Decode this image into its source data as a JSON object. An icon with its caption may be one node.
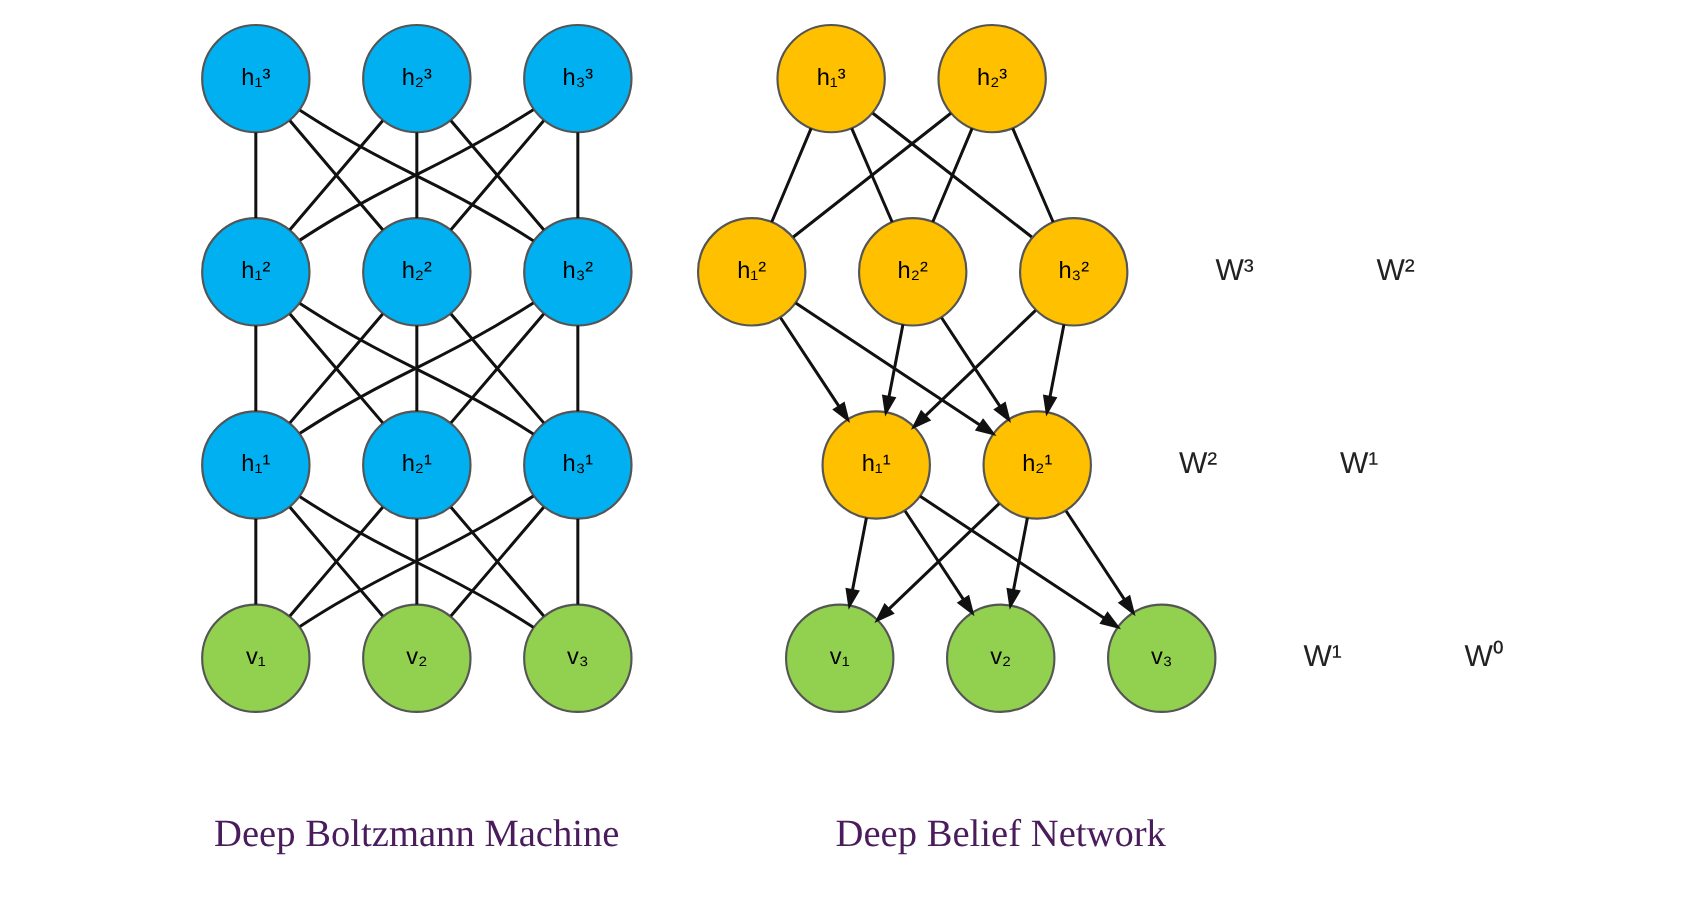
{
  "diagram": {
    "nodes": [
      {
        "text": [
          "h₁³"
        ]
      },
      {
        "text": [
          "h₂³"
        ]
      },
      {
        "text": [
          "h₃³"
        ]
      },
      {
        "text": [
          "h₁²"
        ]
      },
      {
        "text": [
          "h₂²"
        ]
      },
      {
        "text": [
          "h₃²"
        ]
      },
      {
        "text": [
          "h₁¹"
        ]
      },
      {
        "text": [
          "h₂¹"
        ]
      },
      {
        "text": [
          "h₃¹"
        ]
      },
      {
        "text": [
          "v₁"
        ]
      },
      {
        "text": [
          "v₂"
        ]
      },
      {
        "text": [
          "v₃"
        ]
      },
      {
        "text": [
          "h₁³"
        ]
      },
      {
        "text": [
          "h₂³"
        ]
      },
      {
        "text": [
          "h₁²"
        ]
      },
      {
        "text": [
          "h₂²"
        ]
      },
      {
        "text": [
          "h₃²"
        ]
      },
      {
        "text": [
          "h₁¹"
        ]
      },
      {
        "text": [
          "h₂¹"
        ]
      },
      {
        "text": [
          "v₁"
        ]
      },
      {
        "text": [
          "v₂"
        ]
      },
      {
        "text": [
          "v₃"
        ]
      }
    ],
    "edges": [
      {
        "from": 0,
        "to": 3,
        "arrow": "none"
      },
      {
        "from": 0,
        "to": 4,
        "arrow": "none"
      },
      {
        "from": 0,
        "to": 5,
        "arrow": "none"
      },
      {
        "from": 1,
        "to": 3,
        "arrow": "none"
      },
      {
        "from": 1,
        "to": 4,
        "arrow": "none"
      },
      {
        "from": 1,
        "to": 5,
        "arrow": "none"
      },
      {
        "from": 2,
        "to": 3,
        "arrow": "none"
      },
      {
        "from": 2,
        "to": 4,
        "arrow": "none"
      },
      {
        "from": 2,
        "to": 5,
        "arrow": "none"
      },
      {
        "from": 3,
        "to": 6,
        "arrow": "none"
      },
      {
        "from": 3,
        "to": 7,
        "arrow": "none"
      },
      {
        "from": 3,
        "to": 8,
        "arrow": "none"
      },
      {
        "from": 4,
        "to": 6,
        "arrow": "none"
      },
      {
        "from": 4,
        "to": 7,
        "arrow": "none"
      },
      {
        "from": 4,
        "to": 8,
        "arrow": "none"
      },
      {
        "from": 5,
        "to": 6,
        "arrow": "none"
      },
      {
        "from": 5,
        "to": 7,
        "arrow": "none"
      },
      {
        "from": 5,
        "to": 8,
        "arrow": "none"
      },
      {
        "from": 6,
        "to": 9,
        "arrow": "none"
      },
      {
        "from": 6,
        "to": 10,
        "arrow": "none"
      },
      {
        "from": 6,
        "to": 11,
        "arrow": "none"
      },
      {
        "from": 7,
        "to": 9,
        "arrow": "none"
      },
      {
        "from": 7,
        "to": 10,
        "arrow": "none"
      },
      {
        "from": 7,
        "to": 11,
        "arrow": "none"
      },
      {
        "from": 8,
        "to": 9,
        "arrow": "none"
      },
      {
        "from": 8,
        "to": 10,
        "arrow": "none"
      },
      {
        "from": 8,
        "to": 11,
        "arrow": "none"
      },
      {
        "from": 12,
        "to": 14,
        "arrow": "none"
      },
      {
        "from": 12,
        "to": 15,
        "arrow": "none"
      },
      {
        "from": 12,
        "to": 16,
        "arrow": "none"
      },
      {
        "from": 13,
        "to": 14,
        "arrow": "none"
      },
      {
        "from": 13,
        "to": 15,
        "arrow": "none"
      },
      {
        "from": 13,
        "to": 16,
        "arrow": "none"
      },
      {
        "from": 14,
        "to": 17,
        "arrow": "to"
      },
      {
        "from": 14,
        "to": 18,
        "arrow": "to"
      },
      {
        "from": 15,
        "to": 17,
        "arrow": "to"
      },
      {
        "from": 15,
        "to": 18,
        "arrow": "to"
      },
      {
        "from": 16,
        "to": 17,
        "arrow": "to"
      },
      {
        "from": 16,
        "to": 18,
        "arrow": "to"
      },
      {
        "from": 17,
        "to": 19,
        "arrow": "to"
      },
      {
        "from": 17,
        "to": 20,
        "arrow": "to"
      },
      {
        "from": 17,
        "to": 21,
        "arrow": "to"
      },
      {
        "from": 18,
        "to": 19,
        "arrow": "to"
      },
      {
        "from": 18,
        "to": 20,
        "arrow": "to"
      },
      {
        "from": 18,
        "to": 21,
        "arrow": "to"
      }
    ],
    "labels": [
      "W³",
      "W²",
      "W²",
      "W¹",
      "W¹",
      "W⁰",
      "Deep Boltzmann Machine",
      "Deep Belief Network"
    ]
  }
}
